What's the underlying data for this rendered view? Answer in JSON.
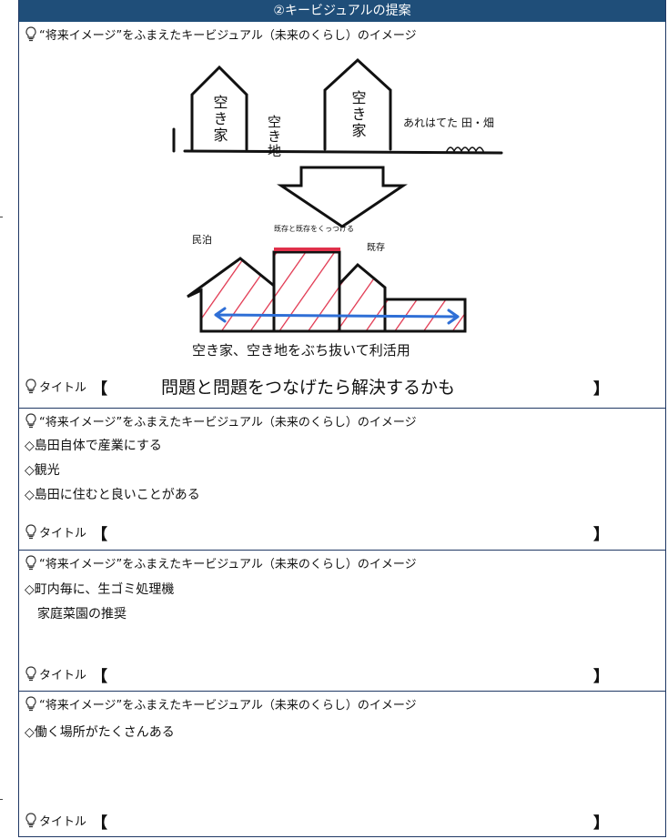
{
  "header": {
    "title": "②キービジュアルの提案"
  },
  "labels": {
    "prompt": "“将来イメージ”をふまえたキービジュアル（未来のくらし）のイメージ",
    "title_label": "タイトル",
    "bracket_open": "【",
    "bracket_close": "】"
  },
  "sketch": {
    "top_row": [
      "空き家",
      "空き地",
      "空き家",
      "あれはてた 田・畑"
    ],
    "small_notes": [
      "民泊",
      "既存と既存をくっつける",
      "既存"
    ],
    "caption": "空き家、空き地をぶち抜いて利活用"
  },
  "sections": [
    {
      "title_value": "問題と問題をつなげたら解決するかも",
      "ideas": []
    },
    {
      "title_value": "",
      "ideas": [
        "◇島田自体で産業にする",
        "◇観光",
        "◇島田に住むと良いことがある"
      ]
    },
    {
      "title_value": "",
      "ideas": [
        "◇町内毎に、生ゴミ処理機",
        "家庭菜園の推奨"
      ]
    },
    {
      "title_value": "",
      "ideas": [
        "◇働く場所がたくさんある"
      ]
    }
  ],
  "colors": {
    "header_bg": "#1f4e79",
    "hatch": "#e0304a",
    "arrow": "#2f6fd6"
  }
}
